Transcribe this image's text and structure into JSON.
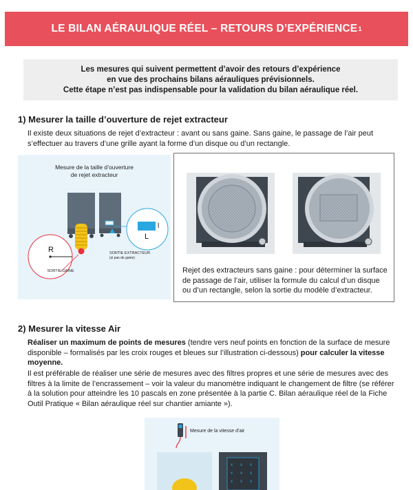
{
  "banner": {
    "title": "LE BILAN AÉRAULIQUE RÉEL – RETOURS D’EXPÉRIENCE",
    "footnote_mark": "1"
  },
  "intro": {
    "line1": "Les mesures qui suivent permettent d’avoir des retours d’expérience",
    "line2": "en vue des prochains bilans aérauliques prévisionnels.",
    "line3": "Cette étape n’est pas indispensable pour la validation du bilan aéraulique réel."
  },
  "section1": {
    "heading": "1) Mesurer la taille d’ouverture de rejet extracteur",
    "paragraph": "Il existe deux situations de rejet d’extracteur : avant ou sans gaine. Sans gaine, le passage de l’air peut s’effectuer au travers d’une grille ayant la forme d’un disque ou d’un rectangle.",
    "figure_left": {
      "title_line1": "Mesure de la taille d’ouverture",
      "title_line2": "de rejet extracteur",
      "label_r": "R",
      "label_l_small": "l",
      "label_l_big": "L",
      "label_sortie_gaine": "SORTIE GAINE",
      "label_sortie_extracteur": "SORTIE EXTRACTEUR",
      "label_sans_gaine": "(si pas de gaine)"
    },
    "figure_right_caption": "Rejet des extracteurs sans gaine : pour déterminer la surface de passage de l’air, utiliser la formule du calcul d’un disque ou d’un rectangle, selon la sortie du modèle d’extracteur."
  },
  "section2": {
    "heading": "2) Mesurer la vitesse Air",
    "para1_bold1": "Réaliser un maximum de points de mesures",
    "para1_normal": " (tendre vers neuf points en fonction de la surface de mesure disponible – formalisés par les croix rouges et bleues sur l’illustration ci-dessous) ",
    "para1_bold2": "pour calculer la vitesse moyenne.",
    "para2": "Il est préférable de réaliser une série de mesures avec des filtres propres et une série de mesures avec des filtres à la limite de l’encrassement – voir la valeur du manomètre indiquant le changement de filtre (se référer à la solution pour atteindre les 10 pascals en zone présentée à la partie C. Bilan aéraulique réel de la Fiche Outil Pratique « Bilan aéraulique réel sur chantier amiante »).",
    "figure_bottom": {
      "title": "Mesure de la vitesse d’air"
    }
  },
  "colors": {
    "banner": "#e8505b",
    "intro_bg": "#eeeeee",
    "figure_bg": "#e9f4fa",
    "accent_red": "#e8303c",
    "accent_blue": "#2aa7df"
  }
}
